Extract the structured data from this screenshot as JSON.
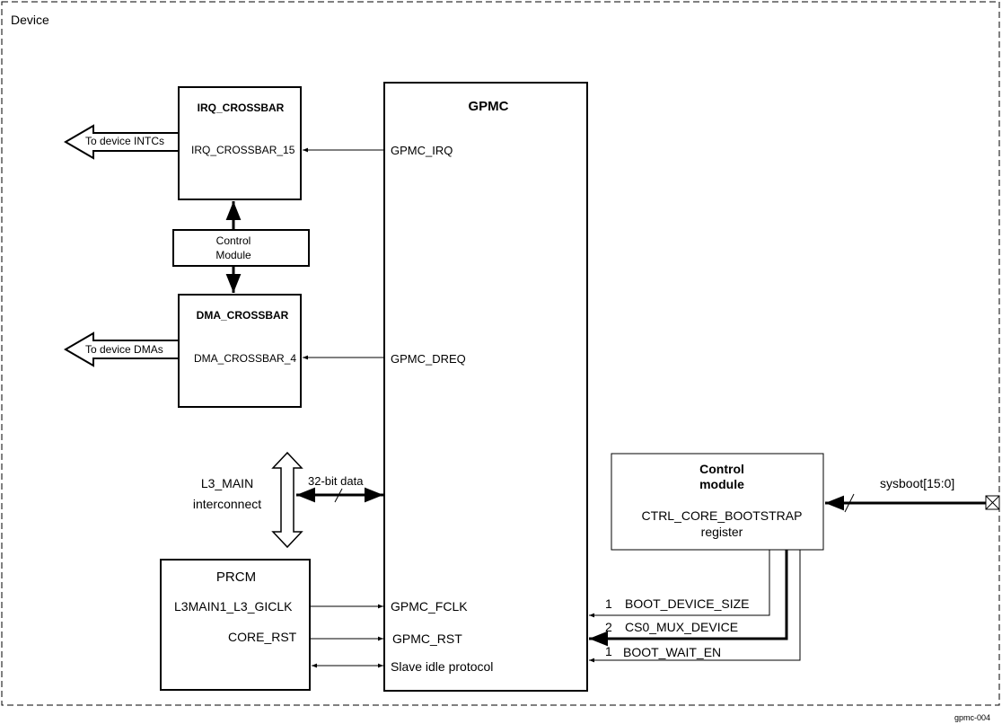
{
  "device": {
    "label": "Device"
  },
  "irq_crossbar": {
    "title": "IRQ_CROSSBAR",
    "port": "IRQ_CROSSBAR_15",
    "output": "To device INTCs"
  },
  "control_module_small": {
    "line1": "Control",
    "line2": "Module"
  },
  "dma_crossbar": {
    "title": "DMA_CROSSBAR",
    "port": "DMA_CROSSBAR_4",
    "output": "To device DMAs"
  },
  "gpmc": {
    "title": "GPMC",
    "ports": {
      "irq": "GPMC_IRQ",
      "dreq": "GPMC_DREQ",
      "fclk": "GPMC_FCLK",
      "rst": "GPMC_RST",
      "idle": "Slave idle protocol"
    }
  },
  "l3_main": {
    "line1": "L3_MAIN",
    "line2": "interconnect",
    "bus_label": "32-bit data"
  },
  "prcm": {
    "title": "PRCM",
    "clk": "L3MAIN1_L3_GICLK",
    "rst": "CORE_RST"
  },
  "control_module": {
    "title1": "Control",
    "title2": "module",
    "register": "CTRL_CORE_BOOTSTRAP",
    "register2": "register"
  },
  "sysboot": {
    "label": "sysboot[15:0]"
  },
  "boot_signals": [
    {
      "width": "1",
      "name": "BOOT_DEVICE_SIZE"
    },
    {
      "width": "2",
      "name": "CS0_MUX_DEVICE"
    },
    {
      "width": "1",
      "name": "BOOT_WAIT_EN"
    }
  ],
  "figure_id": "gpmc-004"
}
